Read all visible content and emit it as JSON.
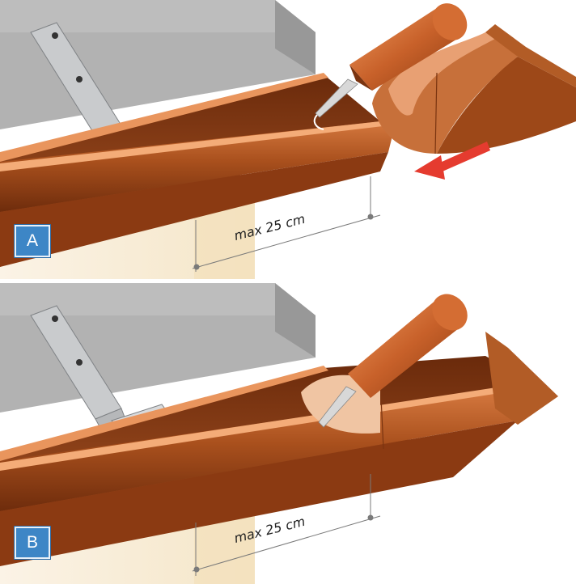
{
  "panels": [
    {
      "id": "A",
      "label": "A",
      "dimension": "max 25 cm"
    },
    {
      "id": "B",
      "label": "B",
      "dimension": "max 25 cm"
    }
  ],
  "colors": {
    "copper_dark": "#8a3c12",
    "copper_mid": "#b45a24",
    "copper_light": "#e08a52",
    "roof_grey": "#a9a9a9",
    "arrow_red": "#e53b2f",
    "label_blue": "#3d86c6",
    "wall_beige": "#f8eedb"
  },
  "icons": {
    "push_arrow": "red-left-arrow",
    "sealant": "sealant-cartridge-icon",
    "bracket": "gutter-bracket-icon"
  }
}
